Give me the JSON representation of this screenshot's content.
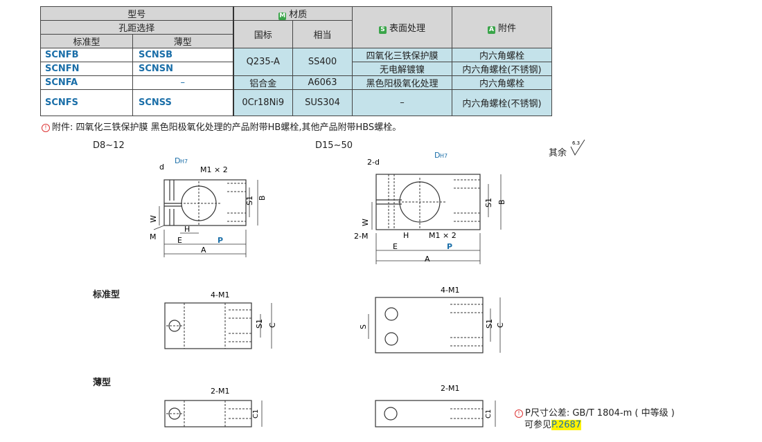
{
  "table": {
    "h_model": "型号",
    "h_hole": "孔距选择",
    "h_standard": "标准型",
    "h_thin": "薄型",
    "h_material": "材质",
    "h_guobiao": "国标",
    "h_equiv": "相当",
    "h_surface": "表面处理",
    "h_attach": "附件",
    "badge_m": "M",
    "badge_s": "S",
    "badge_a": "A",
    "rows": [
      {
        "std": "SCNFB",
        "thin": "SCNSB",
        "gb": "Q235-A",
        "eq": "SS400",
        "surf": "四氧化三铁保护膜",
        "att": "内六角螺栓"
      },
      {
        "std": "SCNFN",
        "thin": "SCNSN",
        "surf": "无电解镀镍",
        "att": "内六角螺栓(不锈钢)"
      },
      {
        "std": "SCNFA",
        "thin": "–",
        "gb": "铝合金",
        "eq": "A6063",
        "surf": "黑色阳极氧化处理",
        "att": "内六角螺栓"
      },
      {
        "std": "SCNFS",
        "thin": "SCNSS",
        "gb": "0Cr18Ni9",
        "eq": "SUS304",
        "surf": "–",
        "att": "内六角螺栓(不锈钢)"
      }
    ]
  },
  "note": "附件: 四氧化三铁保护膜  黑色阳极氧化处理的产品附带HB螺栓,其他产品附带HBS螺栓。",
  "labels": {
    "d1": "D8~12",
    "d2": "D15~50",
    "rest": "其余",
    "standard": "标准型",
    "thin": "薄型"
  },
  "dims": {
    "d": "d",
    "two_d": "2-d",
    "D": "D",
    "H7": "H7",
    "M1x2": "M1 × 2",
    "S1": "S1",
    "B": "B",
    "W": "W",
    "M": "M",
    "two_M": "2-M",
    "H": "H",
    "E": "E",
    "P": "P",
    "A": "A",
    "four_M1": "4-M1",
    "two_M1": "2-M1",
    "C": "C",
    "C1": "C1",
    "S": "S",
    "ra": "6.3"
  },
  "tolerance": {
    "line1": "P尺寸公差: GB/T 1804-m ( 中等级 )",
    "line2_pre": "可参见",
    "line2_link": "P.2687"
  },
  "colors": {
    "accent": "#1a6ea8",
    "header": "#d6d6d6",
    "material": "#c4e2ea",
    "badge": "#3aa54a",
    "highlight": "#fff200"
  }
}
